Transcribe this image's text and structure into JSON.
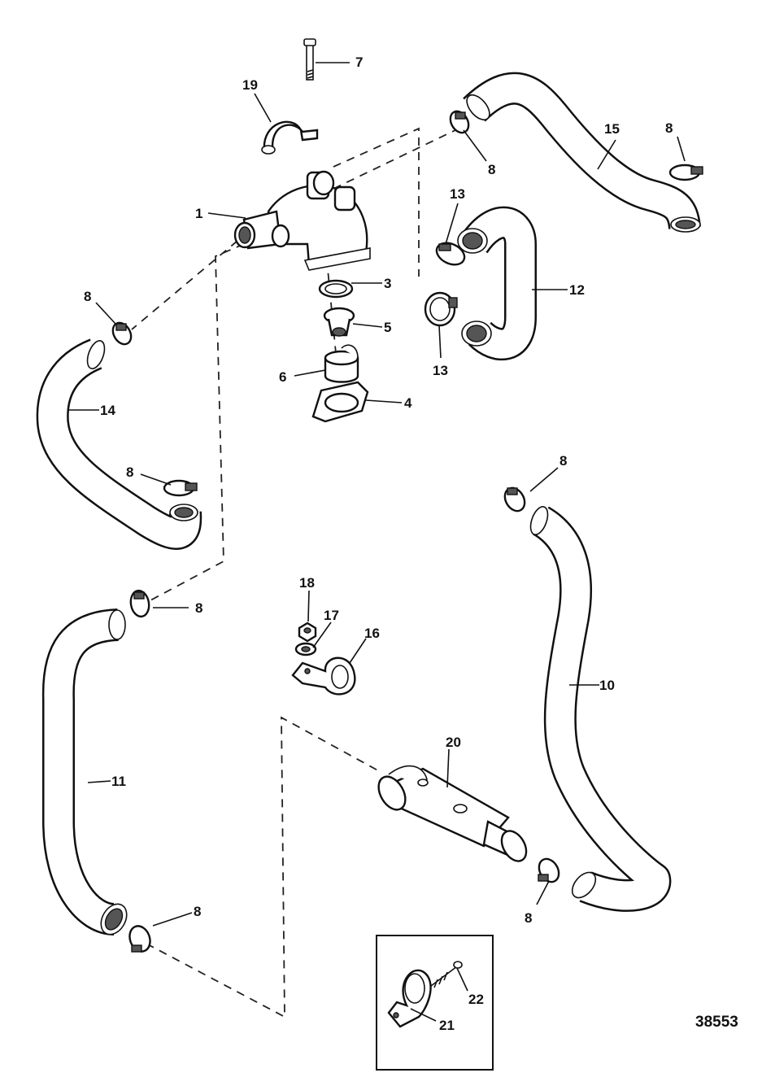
{
  "diagram": {
    "catalog_number": "38553",
    "callouts": {
      "1": "1",
      "3": "3",
      "4": "4",
      "5": "5",
      "6": "6",
      "7": "7",
      "8": "8",
      "10": "10",
      "11": "11",
      "12": "12",
      "13": "13",
      "14": "14",
      "15": "15",
      "16": "16",
      "17": "17",
      "18": "18",
      "19": "19",
      "20": "20",
      "21": "21",
      "22": "22"
    }
  }
}
